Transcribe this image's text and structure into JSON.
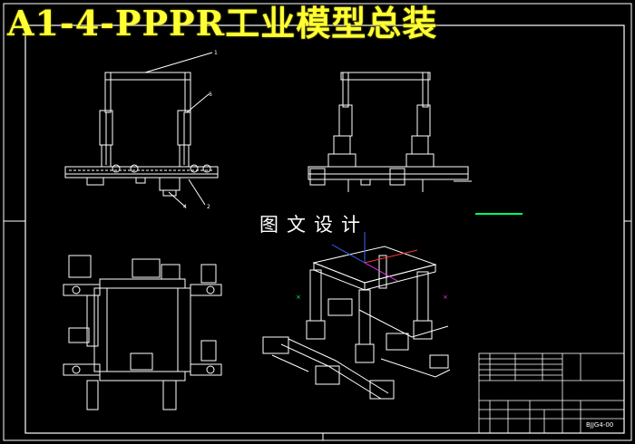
{
  "drawing": {
    "banner_title": "A1-4-PPPR工业模型总装",
    "watermark_text": "图文设计",
    "frame_color": "#ffffff",
    "banner_color": "#ffff33",
    "accent_green": "#00ff66",
    "axis_colors": [
      "#ff3333",
      "#3366ff",
      "#ff33ff"
    ]
  },
  "balloons": {
    "front_view": [
      "1",
      "6",
      "4",
      "2"
    ]
  },
  "title_block": {
    "drawing_no": "BJJG4-00"
  }
}
